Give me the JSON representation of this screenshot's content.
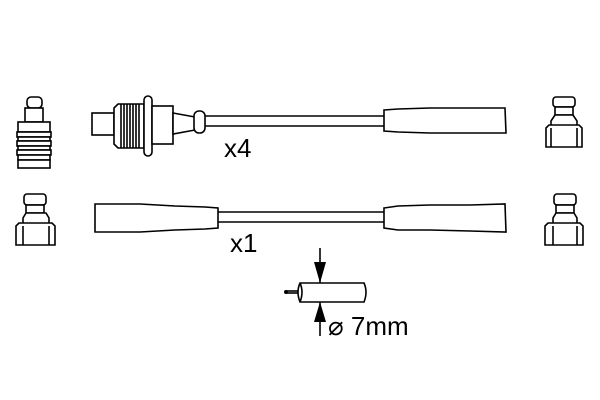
{
  "diagram": {
    "type": "ignition-cable-set",
    "cables": [
      {
        "id": "cable-1",
        "quantity_label": "x4",
        "left_end": "threaded-distributor-connector",
        "right_end": "straight-boot",
        "left_terminal": "spark-plug-terminal-ribbed",
        "right_terminal": "spark-plug-terminal-flanged"
      },
      {
        "id": "cable-2",
        "quantity_label": "x1",
        "left_end": "straight-boot",
        "right_end": "straight-boot",
        "left_terminal": "spark-plug-terminal-flanged",
        "right_terminal": "spark-plug-terminal-flanged"
      }
    ],
    "diameter": {
      "symbol": "⌀",
      "label": "⌀ 7mm",
      "value": "7mm"
    },
    "colors": {
      "line": "#000000",
      "background": "#ffffff"
    }
  }
}
